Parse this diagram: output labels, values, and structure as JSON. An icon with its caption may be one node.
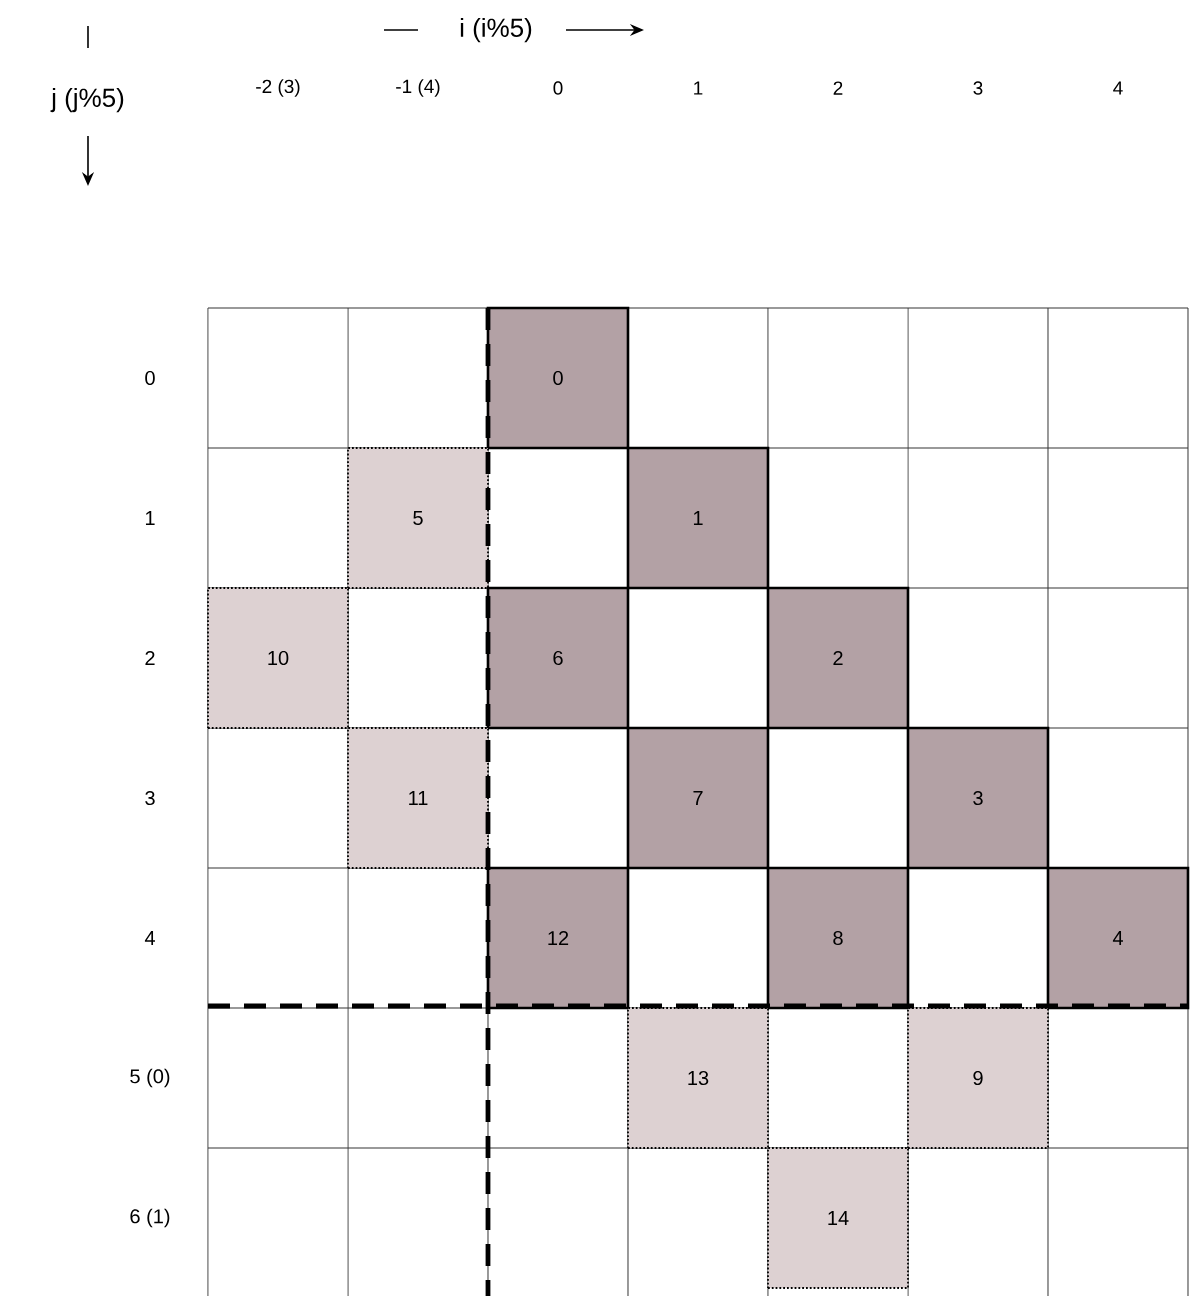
{
  "diagram": {
    "nodes": [
      {
        "text": [
          "0"
        ]
      },
      {
        "text": [
          "5"
        ]
      },
      {
        "text": [
          "1"
        ]
      },
      {
        "text": [
          "10"
        ]
      },
      {
        "text": [
          "6"
        ]
      },
      {
        "text": [
          "2"
        ]
      },
      {
        "text": [
          "11"
        ]
      },
      {
        "text": [
          "7"
        ]
      },
      {
        "text": [
          "3"
        ]
      },
      {
        "text": [
          "12"
        ]
      },
      {
        "text": [
          "8"
        ]
      },
      {
        "text": [
          "4"
        ]
      },
      {
        "text": [
          "13"
        ]
      },
      {
        "text": [
          "9"
        ]
      },
      {
        "text": [
          "14"
        ]
      }
    ],
    "edges": [],
    "labels": [
      "i (i%5)",
      "j (j%5)",
      "-2 (3)",
      "-1 (4)",
      "0",
      "1",
      "2",
      "3",
      "4",
      "0",
      "1",
      "2",
      "3",
      "4",
      "5 (0)",
      "6 (1)"
    ]
  }
}
